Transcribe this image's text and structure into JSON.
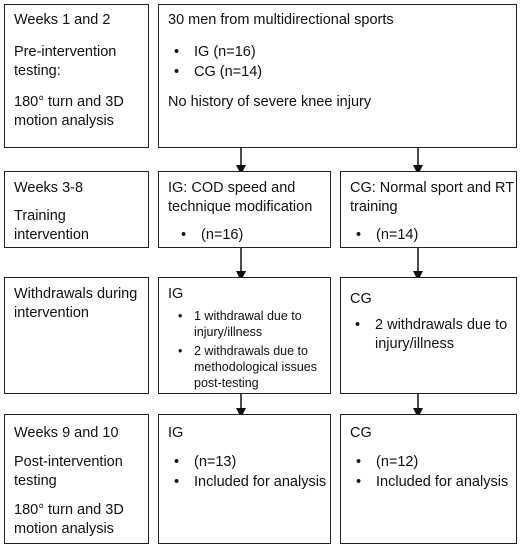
{
  "phase1": {
    "label": [
      "Weeks 1 and 2",
      "Pre-intervention",
      "testing:",
      "180° turn and 3D",
      "motion analysis"
    ],
    "main": {
      "title": "30 men from multidirectional sports",
      "items": [
        "IG (n=16)",
        "CG (n=14)"
      ],
      "note": "No history of severe knee injury"
    }
  },
  "phase2": {
    "label": [
      "Weeks 3-8",
      "Training",
      "intervention"
    ],
    "ig": {
      "title": [
        "IG: COD speed and",
        "technique modification"
      ],
      "item": "(n=16)"
    },
    "cg": {
      "title": [
        "CG: Normal sport and RT",
        "training"
      ],
      "item": "(n=14)"
    }
  },
  "phase3": {
    "label": [
      "Withdrawals during",
      "intervention"
    ],
    "ig": {
      "title": "IG",
      "item1": [
        "1 withdrawal due to",
        "injury/illness"
      ],
      "item2": [
        "2 withdrawals due to",
        "methodological issues",
        "post-testing"
      ]
    },
    "cg": {
      "title": "CG",
      "item1": [
        "2 withdrawals due to",
        "injury/illness"
      ]
    }
  },
  "phase4": {
    "label": [
      "Weeks 9 and 10",
      "Post-intervention",
      "testing",
      "180° turn and 3D",
      "motion analysis"
    ],
    "ig": {
      "title": "IG",
      "items": [
        "(n=13)",
        "Included for analysis"
      ]
    },
    "cg": {
      "title": "CG",
      "items": [
        "(n=12)",
        "Included for analysis"
      ]
    }
  }
}
